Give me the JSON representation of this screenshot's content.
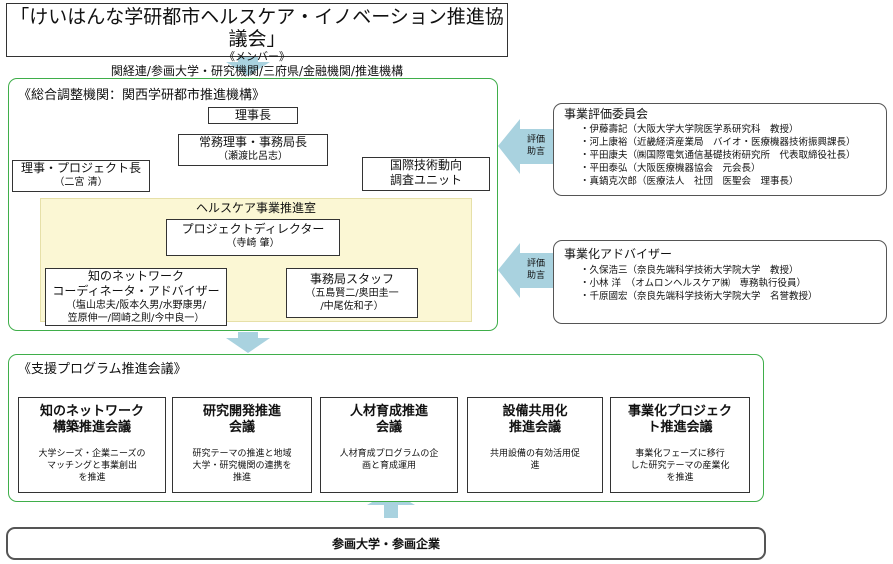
{
  "top": {
    "title": "「けいはんな学研都市ヘルスケア・イノベーション推進協議会」",
    "members_label": "《メンバー》",
    "members": "関経連/参画大学・研究機関/三府県/金融機関/推進機構"
  },
  "coordination": {
    "title": "《総合調整機関：関西学研都市推進機構》",
    "director": "理事長",
    "managing": {
      "title": "常務理事・事務局長",
      "name": "（瀬渡比呂志）"
    },
    "project_director": {
      "title": "理事・プロジェクト長",
      "name": "（二宮 清）"
    },
    "intl_unit": {
      "line1": "国際技術動向",
      "line2": "調査ユニット"
    },
    "office_title": "ヘルスケア事業推進室",
    "pd": {
      "title": "プロジェクトディレクター",
      "name": "（寺崎 肇）"
    },
    "knowledge": {
      "line1": "知のネットワーク",
      "line2": "コーディネータ・アドバイザー",
      "names1": "（塩山忠夫/阪本久男/水野康男/",
      "names2": "笠原伸一/岡崎之則/今中良一）"
    },
    "staff": {
      "title": "事務局スタッフ",
      "names1": "（五島賢二/奥田圭一",
      "names2": "/中尾佐和子）"
    }
  },
  "evaluation": {
    "arrow_label1": "評価",
    "arrow_label2": "助言",
    "title": "事業評価委員会",
    "members": [
      "・伊藤壽記（大阪大学大学院医学系研究科　教授）",
      "・河上康裕（近畿経済産業局　バイオ・医療機器技術振興課長）",
      "・平田康夫（㈱国際電気通信基礎技術研究所　代表取締役社長）",
      "・平田泰弘（大阪医療機器協会　元会長）",
      "・真鍋克次郎（医療法人　社団　医聖会　理事長）"
    ]
  },
  "advisor": {
    "arrow_label1": "評価",
    "arrow_label2": "助言",
    "title": "事業化アドバイザー",
    "members": [
      "・久保浩三（奈良先端科学技術大学院大学　教授）",
      "・小林 洋　（オムロンヘルスケア㈱　専務執行役員）",
      "・千原國宏（奈良先端科学技術大学院大学　名誉教授）"
    ]
  },
  "support": {
    "title": "《支援プログラム推進会議》",
    "councils": [
      {
        "line1": "知のネットワーク",
        "line2": "構築推進会議",
        "desc": [
          "大学シーズ・企業ニーズの",
          "マッチングと事業創出",
          "を推進"
        ]
      },
      {
        "line1": "研究開発推進",
        "line2": "会議",
        "desc": [
          "研究テーマの推進と地域",
          "大学・研究機関の連携を",
          "推進"
        ]
      },
      {
        "line1": "人材育成推進",
        "line2": "会議",
        "desc": [
          "人材育成プログラムの企",
          "画と育成運用"
        ]
      },
      {
        "line1": "設備共用化",
        "line2": "推進会議",
        "desc": [
          "共用設備の有効活用促",
          "進"
        ]
      },
      {
        "line1": "事業化プロジェク",
        "line2": "ト推進会議",
        "desc": [
          "事業化フェーズに移行",
          "した研究テーマの産業化",
          "を推進"
        ]
      }
    ]
  },
  "bottom": {
    "label": "参画大学・参画企業"
  },
  "colors": {
    "green_border": "#3fae4a",
    "arrow_fill": "#a9d2df",
    "office_fill": "#fbf7d4"
  }
}
